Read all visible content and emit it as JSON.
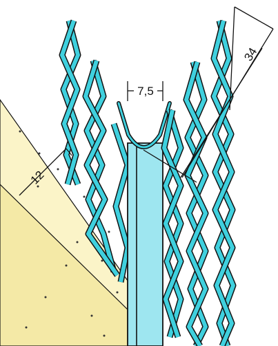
{
  "drawing": {
    "colors": {
      "mesh": "#3fd0de",
      "channel": "#9ee6f0",
      "plaster_light": "#fbf4c8",
      "plaster_dark": "#f4e9a6",
      "ink": "#111111",
      "background": "#ffffff"
    },
    "dimensions": {
      "bead_width": "7,5",
      "wing_width": "34",
      "plaster_depth": "12"
    }
  }
}
